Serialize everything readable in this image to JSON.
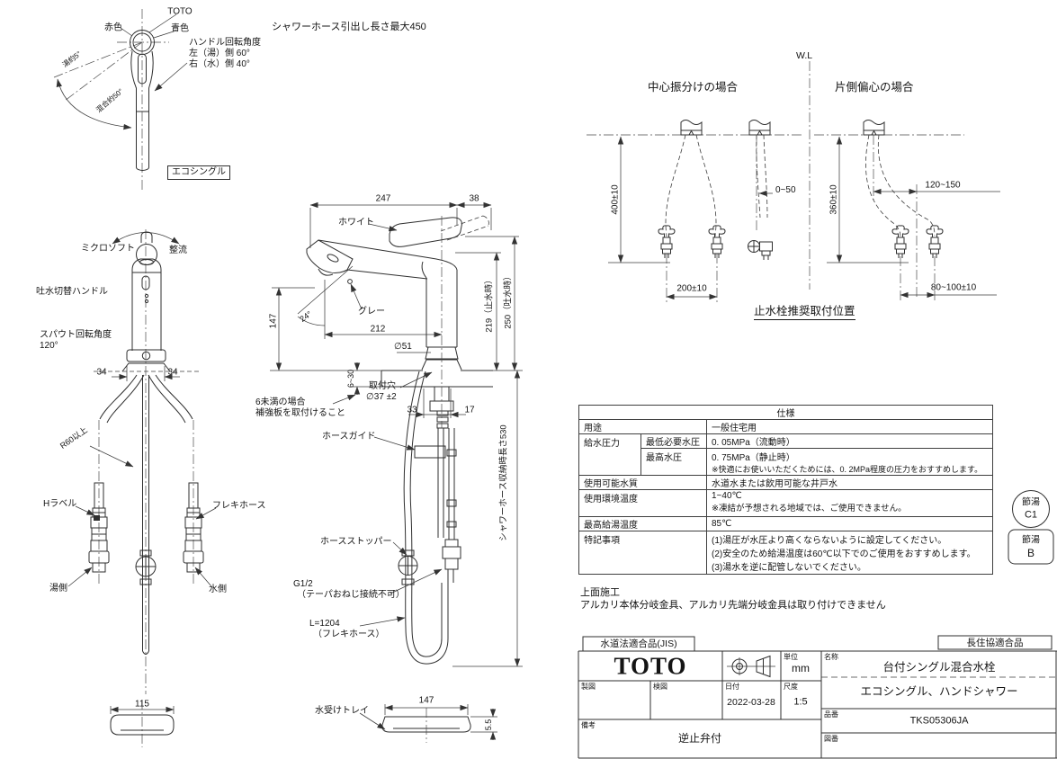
{
  "colors": {
    "ink": "#2f2f2f",
    "paper": "#ffffff"
  },
  "handle_view": {
    "toto_label": "TOTO",
    "red": "赤色",
    "blue": "青色",
    "rotation_title": "ハンドル回転角度",
    "rotation_hot": "左（湯）側 60°",
    "rotation_cold": "右（水）側 40°",
    "arc_hot": "湯約5°",
    "arc_mix": "混合約50°",
    "eco_badge": "エコシングル"
  },
  "pullout_note": "シャワーホース引出し長さ最大450",
  "front_view": {
    "micro_soft": "ミクロソフト",
    "straight": "整流",
    "switch_handle": "吐水切替ハンドル",
    "spout_rotation_1": "スパウト回転角度",
    "spout_rotation_2": "120°",
    "dim_34_l": "34",
    "dim_34_r": "34",
    "r60": "R60以上",
    "h_label": "Hラベル",
    "flexi": "フレキホース",
    "hot": "湯側",
    "cold": "水側",
    "tray_width": "115"
  },
  "side_view": {
    "dim_247": "247",
    "dim_38": "38",
    "white": "ホワイト",
    "gray": "グレー",
    "dim_147": "147",
    "angle_24": "24°",
    "dim_212": "212",
    "dia_51": "∅51",
    "dim_219": "219（止水時）",
    "dim_250": "250（吐水時）",
    "dim_6_30": "6~30",
    "hole_1": "取付穴",
    "hole_2": "∅37 ±2",
    "reinforce_1": "6未満の場合",
    "reinforce_2": "補強板を取付けること",
    "dim_33": "33",
    "dim_17": "17",
    "hose_guide": "ホースガイド",
    "hose_stored": "シャワーホース収納時長さ530",
    "hose_stopper": "ホースストッパー",
    "thread_1": "G1/2",
    "thread_2": "（テーパおねじ接続不可）",
    "hose_len_1": "L=1204",
    "hose_len_2": "（フレキホース）",
    "tray": "水受けトレイ",
    "tray_w": "147",
    "tray_h": "5.5"
  },
  "install": {
    "wl": "W.L",
    "center_title": "中心振分けの場合",
    "offset_title": "片側偏心の場合",
    "dim_400": "400±10",
    "dim_200": "200±10",
    "dim_0_50": "0~50",
    "dim_360": "360±10",
    "dim_120_150": "120~150",
    "dim_80_100": "80~100±10",
    "caption": "止水栓推奨取付位置"
  },
  "spec_table": {
    "title": "仕様",
    "usage_label": "用途",
    "usage_value": "一般住宅用",
    "pressure_label": "給水圧力",
    "min_label": "最低必要水圧",
    "min_value": "0. 05MPa（流動時）",
    "max_label": "最高水圧",
    "max_value": "0. 75MPa（静止時）",
    "max_note": "※快適にお使いいただくためには、0. 2MPa程度の圧力をおすすめします。",
    "quality_label": "使用可能水質",
    "quality_value": "水道水または飲用可能な井戸水",
    "env_label": "使用環境温度",
    "env_value": "1~40℃",
    "env_note": "※凍結が予想される地域では、ご使用できません。",
    "hot_label": "最高給湯温度",
    "hot_value": "85℃",
    "notes_label": "特記事項",
    "note_1": "(1)湯圧が水圧より高くならないように設定してください。",
    "note_2": "(2)安全のため給湯温度は60℃以下でのご使用をおすすめします。",
    "note_3": "(3)湯水を逆に配管しないでください。"
  },
  "badges": {
    "c1_top": "節湯",
    "c1_value": "C1",
    "b_top": "節湯",
    "b_value": "B"
  },
  "surface_note": {
    "line1": "上面施工",
    "line2": "アルカリ本体分岐金具、アルカリ先端分岐金具は取り付けできません"
  },
  "title_block": {
    "jis": "水道法適合品(JIS)",
    "chojukyo": "長住協適合品",
    "logo": "TOTO",
    "unit_label": "単位",
    "unit_value": "mm",
    "name_label": "名称",
    "product_name": "台付シングル混合水栓",
    "product_sub": "エコシングル、ハンドシャワー",
    "drafted_label": "製図",
    "checked_label": "検図",
    "date_label": "日付",
    "date_value": "2022-03-28",
    "scale_label": "尺度",
    "scale_value": "1:5",
    "part_label": "品番",
    "part_number": "TKS05306JA",
    "drawing_label": "図番",
    "remarks_label": "備考",
    "remarks_value": "逆止弁付"
  }
}
